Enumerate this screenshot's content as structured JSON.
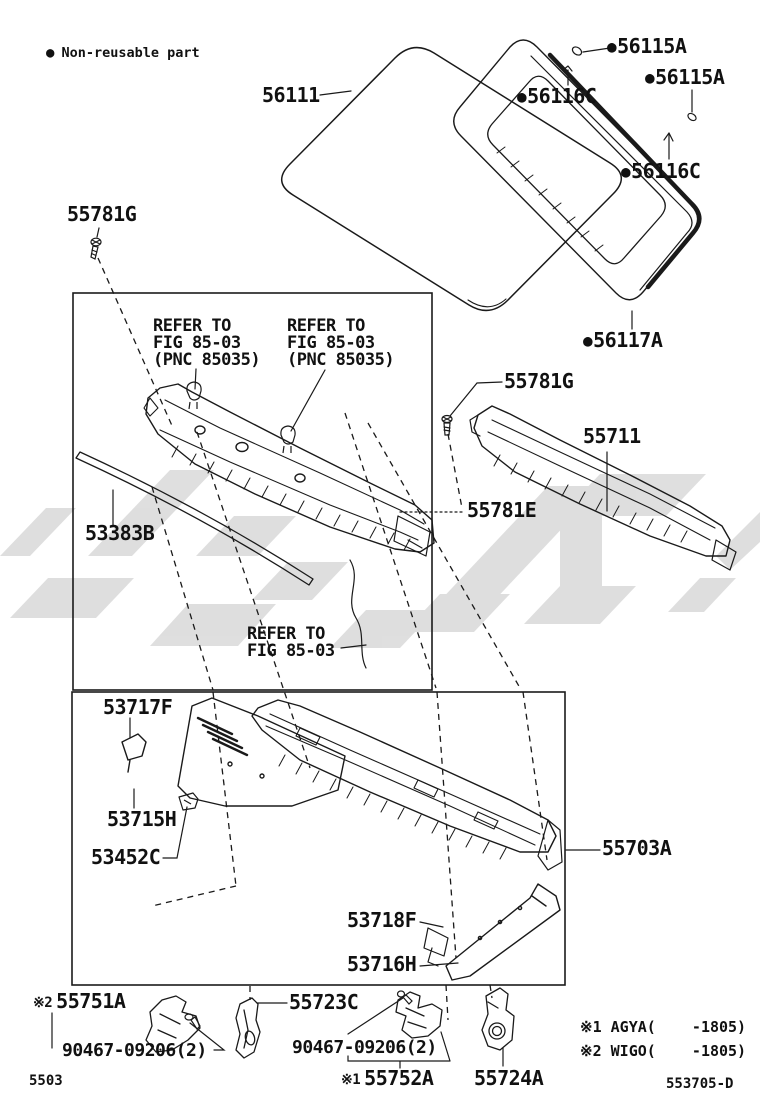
{
  "legend": {
    "marker": "●",
    "text": "Non-reusable part"
  },
  "parts": {
    "glass": {
      "label": "56111"
    },
    "clip_a1": {
      "label": "56115A"
    },
    "clip_a2": {
      "label": "56115A"
    },
    "spacer1": {
      "label": "56116C"
    },
    "spacer2": {
      "label": "56116C"
    },
    "dam": {
      "label": "56117A"
    },
    "screw_l": {
      "label": "55781G"
    },
    "screw_r": {
      "label": "55781G"
    },
    "seal": {
      "label": "53383B"
    },
    "cowl_top_panel": {
      "label": "55711"
    },
    "louver": {
      "label": "55781E"
    },
    "bracket_f": {
      "label": "53717F"
    },
    "bracket_h": {
      "label": "53715H"
    },
    "clip_c": {
      "label": "53452C"
    },
    "dash_panel": {
      "label": "55703A"
    },
    "brace_f": {
      "label": "53718F"
    },
    "brace_h": {
      "label": "53716H"
    },
    "side_l": {
      "prefix": "※2",
      "label": "55751A"
    },
    "bolt_1": {
      "label": "90467-09206(2)"
    },
    "side_c": {
      "label": "55723C"
    },
    "bolt_2": {
      "label": "90467-09206(2)"
    },
    "side_r": {
      "prefix": "※1",
      "label": "55752A"
    },
    "side_rr": {
      "label": "55724A"
    }
  },
  "refer_notes": {
    "n1": {
      "l1": "REFER TO",
      "l2": "FIG 85-03",
      "l3": "(PNC 85035)"
    },
    "n2": {
      "l1": "REFER TO",
      "l2": "FIG 85-03",
      "l3": "(PNC 85035)"
    },
    "n3": {
      "l1": "REFER TO",
      "l2": "FIG 85-03"
    }
  },
  "footer": {
    "fig_code": "5503",
    "doc_code": "553705-D",
    "app_note_1": "※1 AGYA(    -1805)",
    "app_note_2": "※2 WIGO(    -1805)"
  }
}
